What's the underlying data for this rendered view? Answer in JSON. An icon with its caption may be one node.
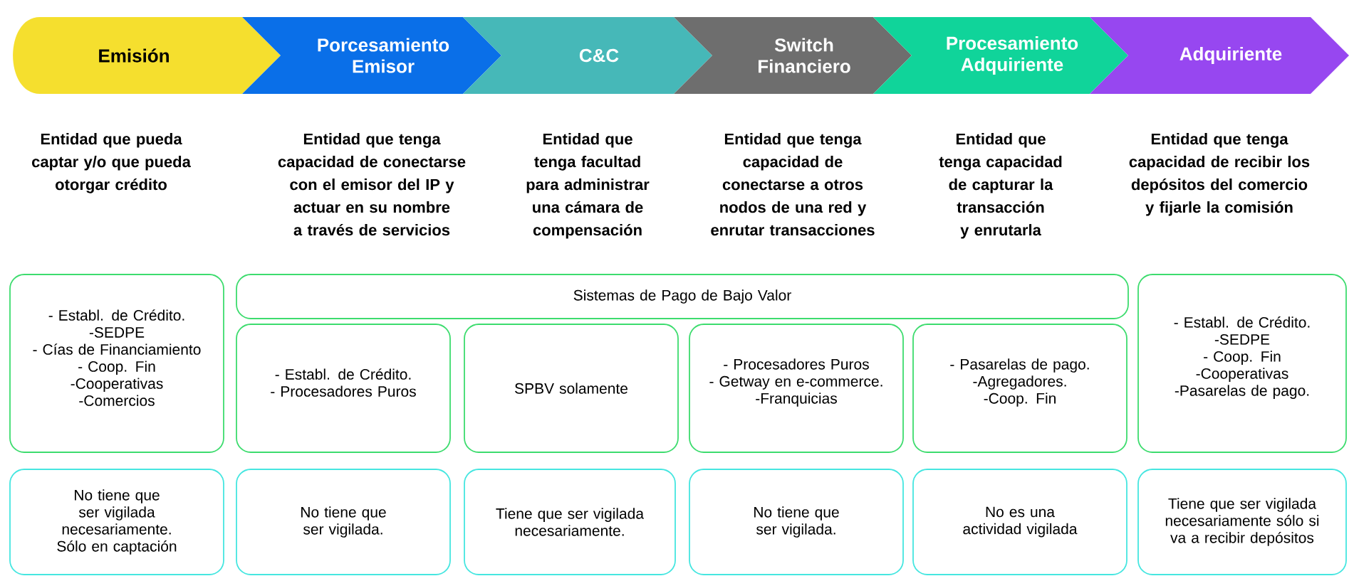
{
  "diagram": {
    "nodes": [
      {
        "text": [
          "Emisión"
        ],
        "beside": [
          "Entidad que pueda captar y/o que pueda otorgar crédito"
        ]
      },
      {
        "text": [
          "Porcesamiento Emisor"
        ],
        "beside": [
          "Entidad que tenga capacidad de conectarse con el emisor del IP y actuar en su nombre a través de servicios"
        ]
      },
      {
        "text": [
          "C&C"
        ],
        "beside": [
          "Entidad que tenga facultad para administrar una cámara de compensación"
        ]
      },
      {
        "text": [
          "Switch Financiero"
        ],
        "beside": [
          "Entidad que tenga capacidad de conectarse a otros nodos de una red y enrutar transacciones"
        ]
      },
      {
        "text": [
          "Procesamiento Adquiriente"
        ],
        "beside": [
          "Entidad que tenga capacidad de capturar la transacción y enrutarla"
        ]
      },
      {
        "text": [
          "Adquiriente"
        ],
        "beside": [
          "Entidad que tenga capacidad de recibir los depósitos del comercio y fijarle la comisión"
        ]
      },
      {
        "text": [
          "- Establ. de Crédito.",
          "-SEDPE",
          "- Cías de Financiamiento",
          "- Coop. Fin",
          "-Cooperativas",
          "-Comercios"
        ]
      },
      {
        "text": [
          "Sistemas de Pago de Bajo Valor"
        ]
      },
      {
        "text": [
          "- Establ. de Crédito.",
          "- Procesadores Puros"
        ]
      },
      {
        "text": [
          "SPBV solamente"
        ]
      },
      {
        "text": [
          "- Procesadores Puros",
          "- Getway en e-commerce.",
          "-Franquicias"
        ]
      },
      {
        "text": [
          "- Pasarelas de pago.",
          "-Agregadores.",
          "-Coop. Fin"
        ]
      },
      {
        "text": [
          "- Establ. de Crédito.",
          "-SEDPE",
          "- Coop. Fin",
          "-Cooperativas",
          "-Pasarelas de pago."
        ]
      },
      {
        "text": [
          "No tiene que ser vigilada necesariamente. Sólo en captación"
        ]
      },
      {
        "text": [
          "No tiene que ser vigilada."
        ]
      },
      {
        "text": [
          "Tiene que ser vigilada necesariamente."
        ]
      },
      {
        "text": [
          "No tiene que ser vigilada."
        ]
      },
      {
        "text": [
          "No es una actividad vigilada"
        ]
      },
      {
        "text": [
          "Tiene que ser vigilada necesariamente sólo si va a recibir depósitos"
        ]
      }
    ]
  }
}
